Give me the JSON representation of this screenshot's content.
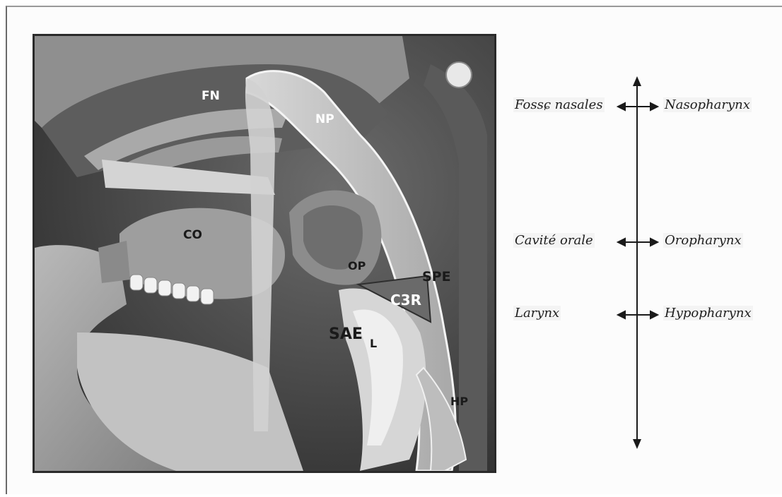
{
  "illustration": {
    "labels": {
      "fn": "FN",
      "np": "NP",
      "co": "CO",
      "op": "OP",
      "spe": "SPE",
      "c3r": "C3R",
      "sae": "SAE",
      "l": "L",
      "hp": "HP"
    }
  },
  "levels": [
    {
      "left": "Fossɕ nasales",
      "right": "Nasopharynx"
    },
    {
      "left": "Cavité orale",
      "right": "Oropharynx"
    },
    {
      "left": "Larynx",
      "right": "Hypopharynx"
    }
  ],
  "colors": {
    "background": "#3a3a3a",
    "tissue": "#cfcfcf",
    "text": "#1e1e1e",
    "arrow": "#1a1a1a"
  }
}
